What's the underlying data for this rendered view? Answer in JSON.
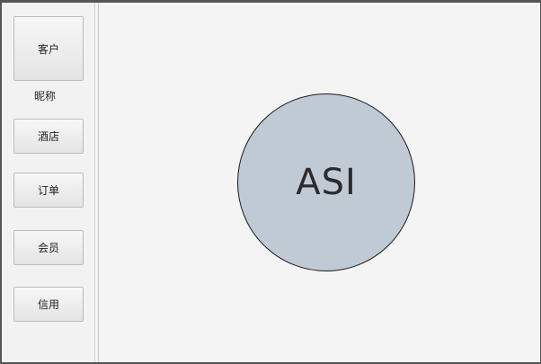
{
  "sidebar": {
    "customer_button": "客户",
    "nickname_label": "昵称",
    "hotel_button": "酒店",
    "order_button": "订单",
    "member_button": "会员",
    "credit_button": "信用"
  },
  "main": {
    "avatar_text": "ASI",
    "avatar_color": "#bfcad5"
  }
}
